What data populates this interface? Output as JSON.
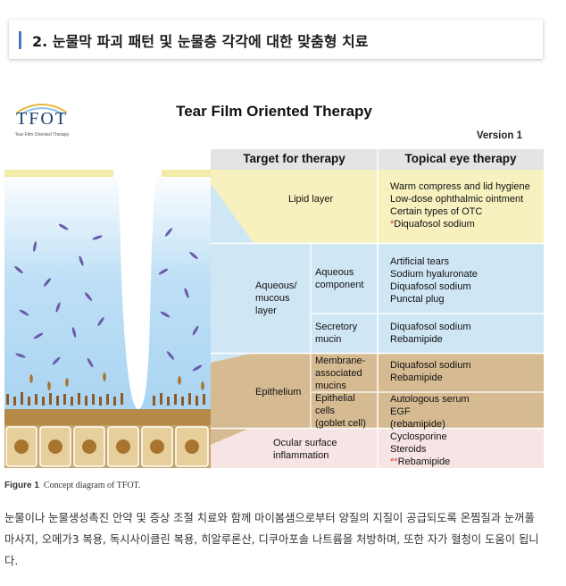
{
  "header": {
    "title": "2. 눈물막 파괴 패턴 및 눈물층 각각에 대한 맞춤형 치료"
  },
  "figure": {
    "logo_text": "TFOT",
    "logo_sub": "Tear Film Oriented Therapy",
    "title": "Tear Film Oriented Therapy",
    "version": "Version 1",
    "col_target": "Target for therapy",
    "col_topical": "Topical eye therapy",
    "lipid": {
      "label": "Lipid layer",
      "t1": "Warm compress and lid hygiene",
      "t2": "Low-dose ophthalmic ointment",
      "t3": "Certain types of OTC",
      "t4_mark": "*",
      "t4": "Diquafosol sodium"
    },
    "aqueous": {
      "label1": "Aqueous/",
      "label2": "mucous",
      "label3": "layer",
      "sub1a": "Aqueous",
      "sub1b": "component",
      "t1": "Artificial tears",
      "t2": "Sodium hyaluronate",
      "t3": "Diquafosol sodium",
      "t4": "Punctal plug",
      "sub2a": "Secretory",
      "sub2b": "mucin",
      "t5": "Diquafosol sodium",
      "t6": "Rebamipide"
    },
    "epithelium": {
      "label": "Epithelium",
      "sub1a": "Membrane-",
      "sub1b": "associated",
      "sub1c": "mucins",
      "t1": "Diquafosol sodium",
      "t2": "Rebamipide",
      "sub2a": "Epithelial",
      "sub2b": "cells",
      "sub2c": "(goblet cell)",
      "t3": "Autologous serum",
      "t4": "EGF",
      "t5": "(rebamipide)"
    },
    "inflammation": {
      "label1": "Ocular surface",
      "label2": "inflammation",
      "t1": "Cyclosporine",
      "t2": "Steroids",
      "t3_mark": "**",
      "t3": "Rebamipide"
    },
    "colors": {
      "lipid": "#f6f1bf",
      "aqueous": "#cfe6f5",
      "epithelium": "#d6bb92",
      "inflammation": "#f7e4e4",
      "water": "#a9d4f2"
    }
  },
  "caption": {
    "label": "Figure 1",
    "text": "Concept diagram of TFOT."
  },
  "paragraph": "눈물이나 눈물생성촉진 안약 및 증상 조절 치료와 함께 마이봄샘으로부터 양질의 지질이 공급되도록 온찜질과 눈꺼풀 마사지, 오메가3 복용, 독시사이클린 복용, 히알루론산, 디쿠아포솔 나트륨을 처방하며, 또한 자가 혈청이 도움이 됩니다."
}
